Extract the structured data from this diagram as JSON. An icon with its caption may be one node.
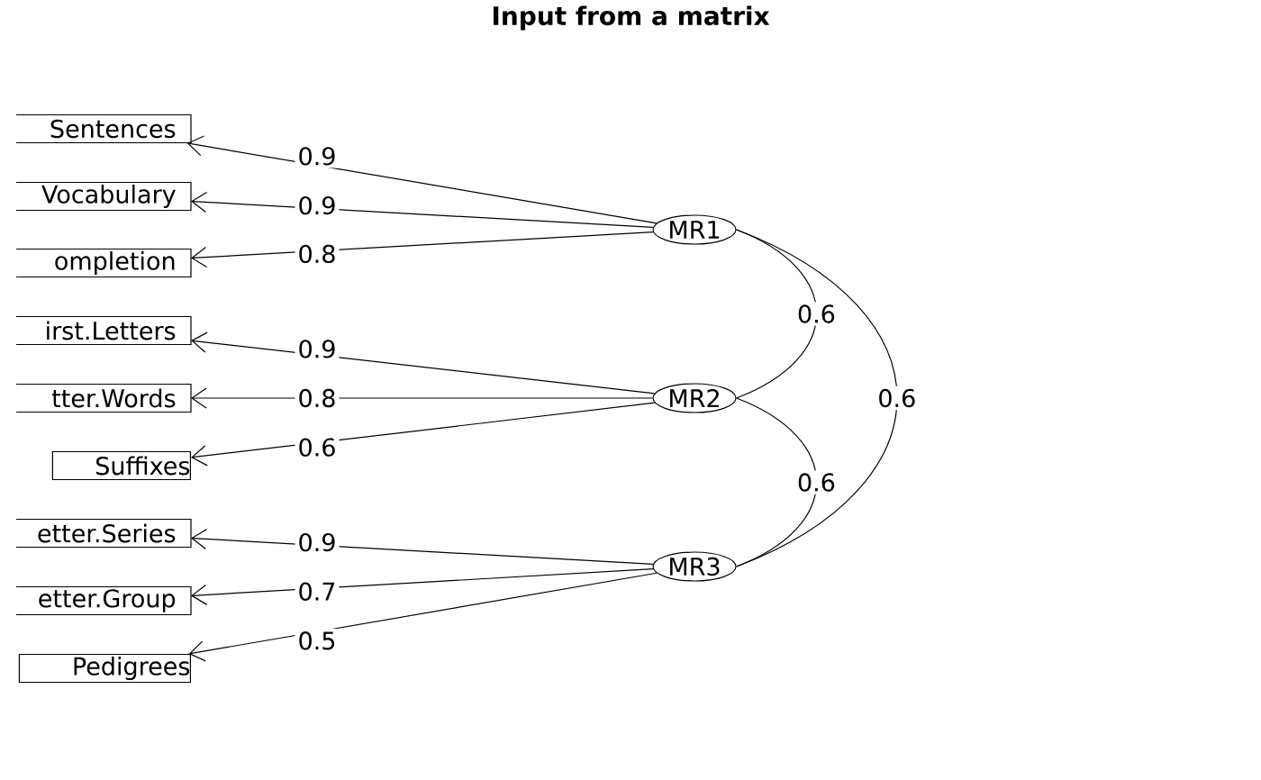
{
  "diagram": {
    "title": "Input from a matrix",
    "nodes": [
      {
        "text": [
          "Sentences"
        ]
      },
      {
        "text": [
          "Vocabulary"
        ]
      },
      {
        "text": [
          "ompletion"
        ]
      },
      {
        "text": [
          "irst.Letters"
        ]
      },
      {
        "text": [
          "tter.Words"
        ]
      },
      {
        "text": [
          "Suffixes"
        ]
      },
      {
        "text": [
          "etter.Series"
        ]
      },
      {
        "text": [
          "etter.Group"
        ]
      },
      {
        "text": [
          "Pedigrees"
        ]
      },
      {
        "text": [
          "MR1"
        ]
      },
      {
        "text": [
          "MR2"
        ]
      },
      {
        "text": [
          "MR3"
        ]
      }
    ],
    "edges": [
      {
        "from": 9,
        "to": 0,
        "arrow": "to",
        "label": "0.9"
      },
      {
        "from": 9,
        "to": 1,
        "arrow": "to",
        "label": "0.9"
      },
      {
        "from": 9,
        "to": 2,
        "arrow": "to",
        "label": "0.8"
      },
      {
        "from": 10,
        "to": 3,
        "arrow": "to",
        "label": "0.9"
      },
      {
        "from": 10,
        "to": 4,
        "arrow": "to",
        "label": "0.8"
      },
      {
        "from": 10,
        "to": 5,
        "arrow": "to",
        "label": "0.6"
      },
      {
        "from": 11,
        "to": 6,
        "arrow": "to",
        "label": "0.9"
      },
      {
        "from": 11,
        "to": 7,
        "arrow": "to",
        "label": "0.7"
      },
      {
        "from": 11,
        "to": 8,
        "arrow": "to",
        "label": "0.5"
      },
      {
        "from": 9,
        "to": 10,
        "arrow": "none",
        "label": "0.6"
      },
      {
        "from": 10,
        "to": 11,
        "arrow": "none",
        "label": "0.6"
      },
      {
        "from": 9,
        "to": 11,
        "arrow": "none",
        "label": "0.6"
      }
    ]
  }
}
